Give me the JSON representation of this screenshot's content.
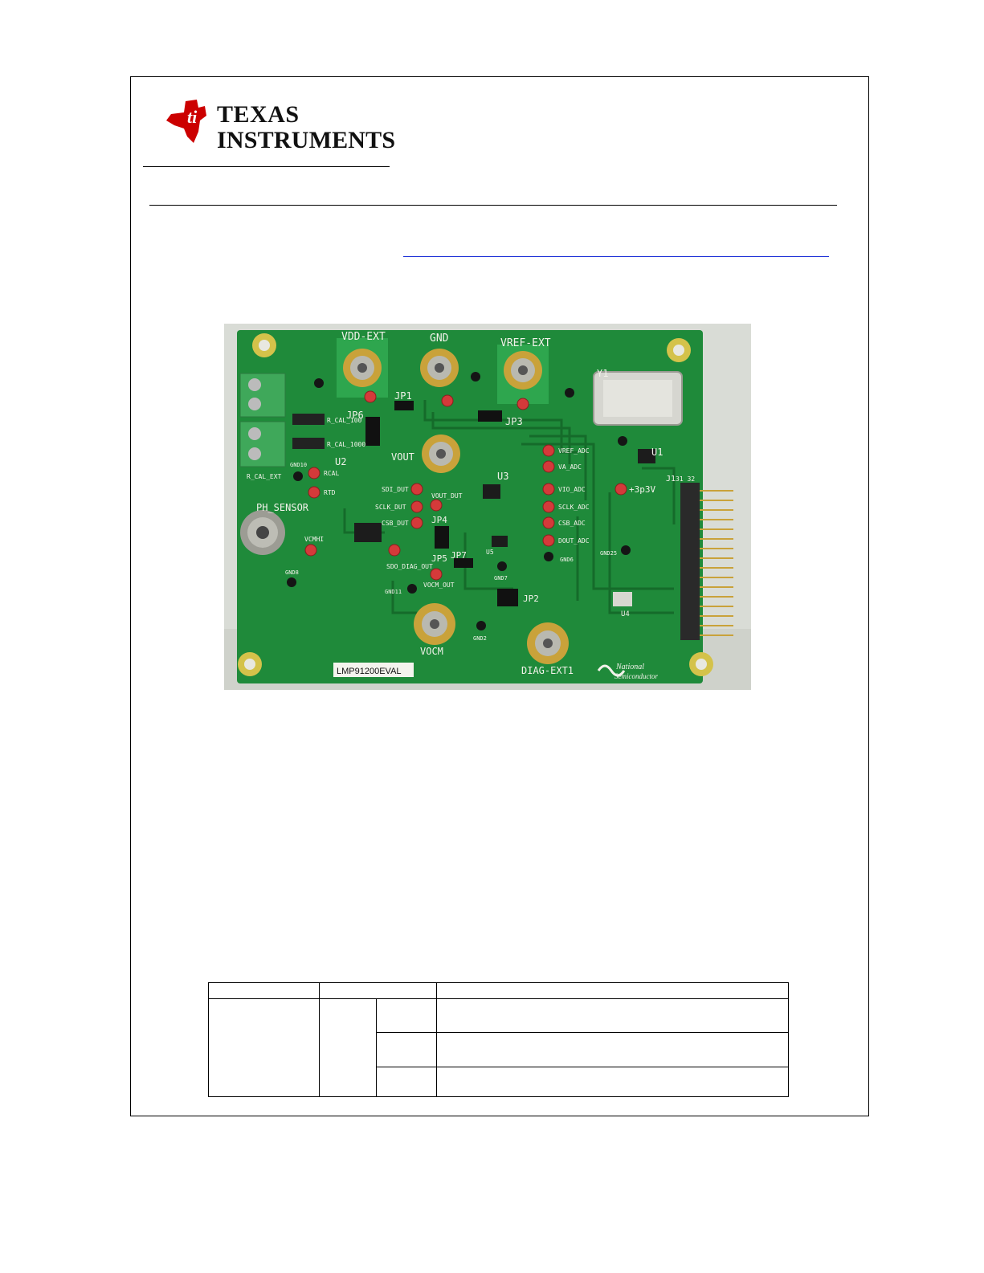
{
  "logo": {
    "line1": "TEXAS",
    "line2": "INSTRUMENTS",
    "brand_color": "#cc0000"
  },
  "board_photo": {
    "board_color": "#1f8a3a",
    "silkscreen": {
      "vdd_ext": "VDD-EXT",
      "gnd": "GND",
      "vref_ext": "VREF-EXT",
      "y1": "Y1",
      "jp6": "JP6",
      "jp1": "JP1",
      "jp3": "JP3",
      "u2": "U2",
      "u3": "U3",
      "u1": "U1",
      "vout": "VOUT",
      "ph_sensor": "PH_SENSOR",
      "r_cal_ext": "R_CAL_EXT",
      "r_cal_100": "R_CAL_100",
      "r_cal_1000": "R_CAL_1000",
      "vref_adc": "VREF_ADC",
      "va_adc": "VA_ADC",
      "vio_adc": "VIO_ADC",
      "sclk_adc": "SCLK_ADC",
      "csb_adc": "CSB_ADC",
      "dout_adc": "DOUT_ADC",
      "p3v3": "+3p3V",
      "j1": "J1",
      "j1_pins": "31  32",
      "sdi_dut": "SDI_DUT",
      "sclk_dut": "SCLK_DUT",
      "csb_dut": "CSB_DUT",
      "vout_dut": "VOUT_DUT",
      "jp4": "JP4",
      "jp5": "JP5",
      "jp7": "JP7",
      "jp2": "JP2",
      "u5": "U5",
      "u4": "U4",
      "sdo_diag_out": "SDO_DIAG_OUT",
      "vocm_out": "VOCM_OUT",
      "vocm": "VOCM",
      "diag_ext1": "DIAG-EXT1",
      "vcmhi": "VCMHI",
      "gnd8": "GND8",
      "gnd10": "GND10",
      "gnd11": "GND11",
      "gnd2": "GND2",
      "gnd6": "GND6",
      "gnd7": "GND7",
      "gnd25": "GND25",
      "rcal": "RCAL",
      "rtd": "RTD",
      "label_tag": "LMP91200EVAL",
      "national_1": "National",
      "national_2": "Semiconductor"
    }
  }
}
